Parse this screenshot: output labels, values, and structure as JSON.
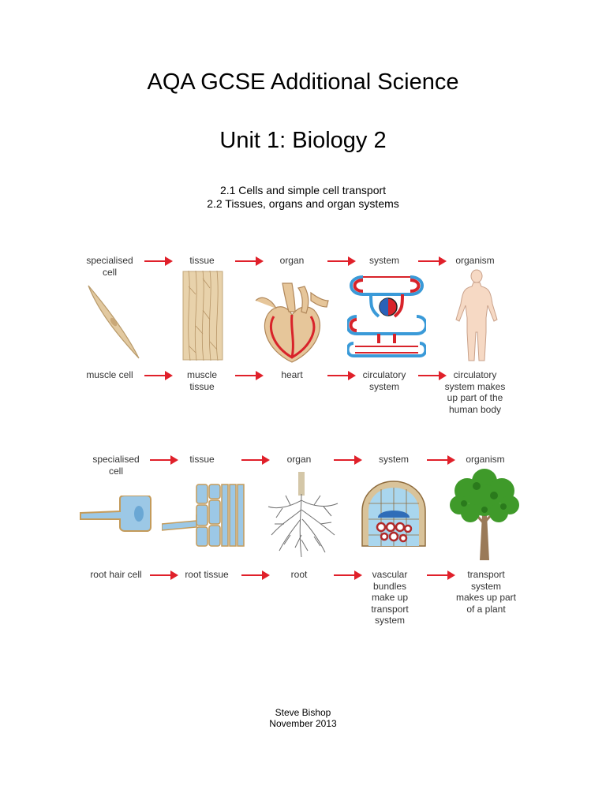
{
  "document": {
    "title": "AQA GCSE Additional Science",
    "unit": "Unit 1: Biology 2",
    "sections": [
      "2.1 Cells and simple cell transport",
      "2.2 Tissues, organs and organ systems"
    ],
    "author": "Steve Bishop",
    "date": "November 2013"
  },
  "diagram_animal": {
    "top_labels": [
      "specialised\ncell",
      "tissue",
      "organ",
      "system",
      "organism"
    ],
    "bottom_labels": [
      "muscle cell",
      "muscle\ntissue",
      "heart",
      "circulatory\nsystem",
      "circulatory\nsystem makes\nup part of the\nhuman body"
    ]
  },
  "diagram_plant": {
    "top_labels": [
      "specialised\ncell",
      "tissue",
      "organ",
      "system",
      "organism"
    ],
    "bottom_labels": [
      "root hair cell",
      "root tissue",
      "root",
      "vascular\nbundles\nmake up\ntransport\nsystem",
      "transport\nsystem\nmakes up part\nof a plant"
    ]
  },
  "colors": {
    "arrow": "#e0202a",
    "artery": "#d8232a",
    "vein": "#3a9ad8",
    "cell_blue": "#9cc8e6",
    "muscle_tan": "#e2c9a0",
    "leaf_green": "#3f9a2a"
  },
  "icons": [
    "muscle-cell-icon",
    "muscle-tissue-icon",
    "heart-icon",
    "circulatory-system-icon",
    "human-body-icon",
    "root-hair-cell-icon",
    "root-tissue-icon",
    "root-icon",
    "vascular-bundle-icon",
    "tree-icon",
    "arrow-right-icon"
  ]
}
